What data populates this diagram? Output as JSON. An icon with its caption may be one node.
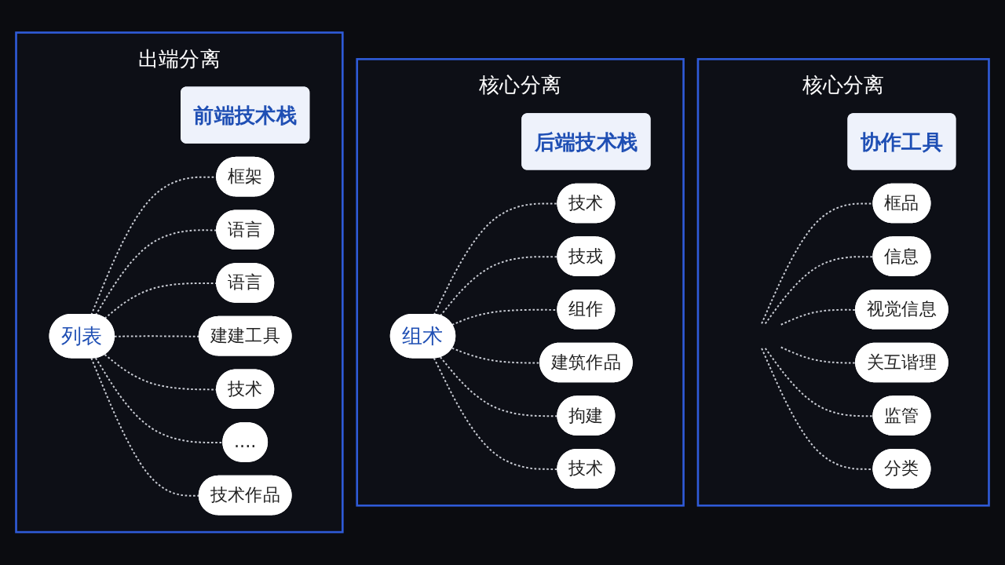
{
  "diagram": {
    "nodes": [
      {
        "text": [
          "出端分离"
        ]
      },
      {
        "text": [
          "前端技术栈"
        ],
        "in": 0
      },
      {
        "text": [
          "列表"
        ],
        "in": 0
      },
      {
        "text": [
          "框架"
        ],
        "in": 0
      },
      {
        "text": [
          "语言"
        ],
        "in": 0
      },
      {
        "text": [
          "语言"
        ],
        "in": 0
      },
      {
        "text": [
          "建建工具"
        ],
        "in": 0
      },
      {
        "text": [
          "技术"
        ],
        "in": 0
      },
      {
        "text": [
          "...."
        ],
        "in": 0
      },
      {
        "text": [
          "技术作品"
        ],
        "in": 0
      },
      {
        "text": [
          "核心分离"
        ]
      },
      {
        "text": [
          "后端技术栈"
        ],
        "in": 10
      },
      {
        "text": [
          "组术"
        ],
        "in": 10
      },
      {
        "text": [
          "技术"
        ],
        "in": 10
      },
      {
        "text": [
          "技戎"
        ],
        "in": 10
      },
      {
        "text": [
          "组作"
        ],
        "in": 10
      },
      {
        "text": [
          "建筑作品"
        ],
        "in": 10
      },
      {
        "text": [
          "拘建"
        ],
        "in": 10
      },
      {
        "text": [
          "技术"
        ],
        "in": 10
      },
      {
        "text": [
          "核心分离"
        ]
      },
      {
        "text": [
          "协作工具"
        ],
        "in": 19
      },
      {
        "text": [
          "框品"
        ],
        "in": 19
      },
      {
        "text": [
          "信息"
        ],
        "in": 19
      },
      {
        "text": [
          "视觉信息"
        ],
        "in": 19
      },
      {
        "text": [
          "关互谐理"
        ],
        "in": 19
      },
      {
        "text": [
          "监管"
        ],
        "in": 19
      },
      {
        "text": [
          "分类"
        ],
        "in": 19
      }
    ],
    "edges": [
      {
        "from": 2,
        "to": 3,
        "arrow": "none",
        "style": "dashed"
      },
      {
        "from": 2,
        "to": 4,
        "arrow": "none",
        "style": "dashed"
      },
      {
        "from": 2,
        "to": 5,
        "arrow": "none",
        "style": "dashed"
      },
      {
        "from": 2,
        "to": 6,
        "arrow": "none",
        "style": "dashed"
      },
      {
        "from": 2,
        "to": 7,
        "arrow": "none",
        "style": "dashed"
      },
      {
        "from": 2,
        "to": 8,
        "arrow": "none",
        "style": "dashed"
      },
      {
        "from": 2,
        "to": 9,
        "arrow": "none",
        "style": "dashed"
      },
      {
        "from": 12,
        "to": 13,
        "arrow": "none",
        "style": "dashed"
      },
      {
        "from": 12,
        "to": 14,
        "arrow": "none",
        "style": "dashed"
      },
      {
        "from": 12,
        "to": 15,
        "arrow": "none",
        "style": "dashed"
      },
      {
        "from": 12,
        "to": 16,
        "arrow": "none",
        "style": "dashed"
      },
      {
        "from": 12,
        "to": 17,
        "arrow": "none",
        "style": "dashed"
      },
      {
        "from": 12,
        "to": 18,
        "arrow": "none",
        "style": "dashed"
      },
      {
        "from": null,
        "to": 21,
        "arrow": "none",
        "style": "dashed"
      },
      {
        "from": null,
        "to": 22,
        "arrow": "none",
        "style": "dashed"
      },
      {
        "from": null,
        "to": 23,
        "arrow": "none",
        "style": "dashed"
      },
      {
        "from": null,
        "to": 24,
        "arrow": "none",
        "style": "dashed"
      },
      {
        "from": null,
        "to": 25,
        "arrow": "none",
        "style": "dashed"
      },
      {
        "from": null,
        "to": 26,
        "arrow": "none",
        "style": "dashed"
      }
    ]
  }
}
